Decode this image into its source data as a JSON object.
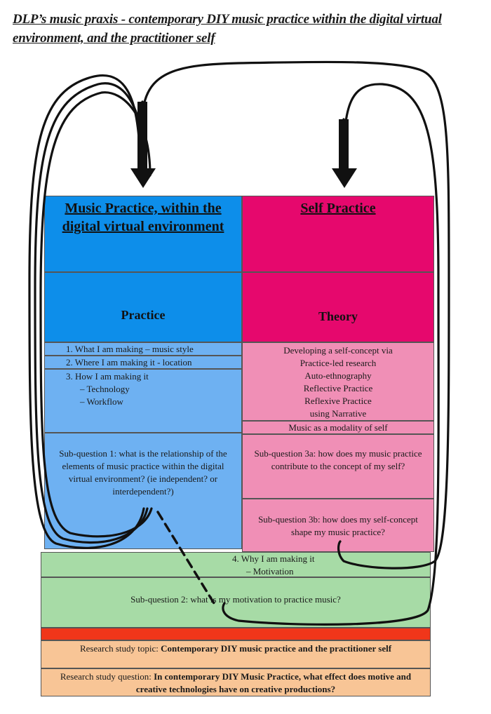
{
  "title": "DLP’s music praxis - contemporary DIY music practice within the digital virtual environment, and the practitioner self",
  "left": {
    "heading": "Music Practice, within the digital virtual environment",
    "subheading": "Practice",
    "item1": "1.  What I am making – music style",
    "item2": "2.  Where I am making it - location",
    "item3": "3.  How I am making it",
    "item3a": "–   Technology",
    "item3b": "–   Workflow",
    "subq1": "Sub-question 1: what is the relationship of the elements of music practice within the digital virtual environment? (ie independent? or interdependent?)"
  },
  "right": {
    "heading": "Self Practice",
    "subheading": "Theory",
    "list": [
      "Developing a self-concept via",
      "Practice-led research",
      "Auto-ethnography",
      "Reflective Practice",
      "Reflexive Practice",
      "using Narrative"
    ],
    "modality": "Music as a modality of self",
    "subq3a": "Sub-question 3a: how does my music practice contribute to the concept of my self?",
    "subq3b": "Sub-question 3b: how does my self-concept shape my music practice?"
  },
  "bottom": {
    "item4": "4.  Why I am making it",
    "item4a": "–   Motivation",
    "subq2": "Sub-question 2: what is my motivation to practice music?",
    "topic_label": "Research study topic: ",
    "topic_value": "Contemporary DIY music practice and the practitioner self",
    "question_label": "Research study question: ",
    "question_value": "In contemporary DIY Music Practice, what effect does motive and creative technologies have on creative productions?"
  },
  "colors": {
    "blue_dark": "#0d8eea",
    "blue_light": "#6eb1f2",
    "magenta_dark": "#e6086d",
    "magenta_light": "#f08fb6",
    "green": "#a7dba6",
    "red": "#f0361a",
    "orange": "#f8c596"
  }
}
